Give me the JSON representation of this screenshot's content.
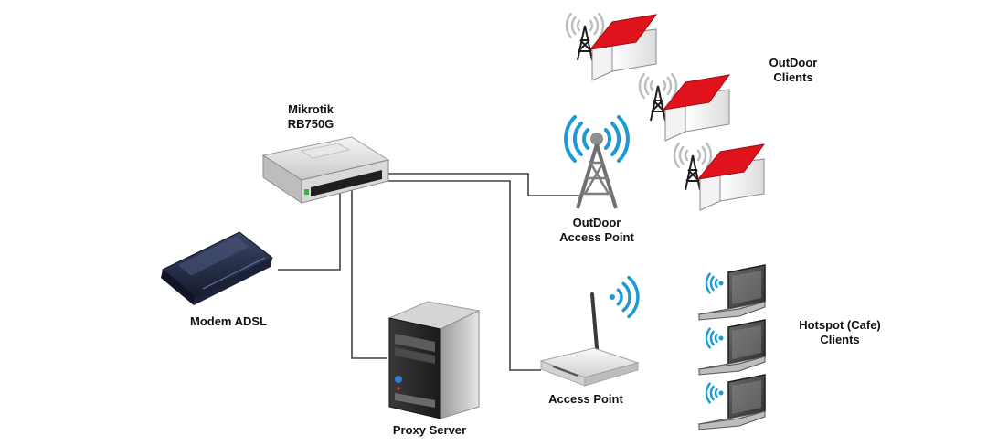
{
  "nodes": {
    "mikrotik": {
      "line1": "Mikrotik",
      "line2": "RB750G"
    },
    "modem": {
      "label": "Modem ADSL"
    },
    "proxy": {
      "label": "Proxy Server"
    },
    "outdoor_ap": {
      "line1": "OutDoor",
      "line2": "Access Point"
    },
    "access_point": {
      "label": "Access Point"
    },
    "outdoor_clients": {
      "line1": "OutDoor",
      "line2": "Clients"
    },
    "hotspot_clients": {
      "line1": "Hotspot (Cafe)",
      "line2": "Clients"
    }
  },
  "colors": {
    "line": "#404040",
    "roof": "#e0121b",
    "wifi": "#1a9ad6",
    "signal_gray": "#bdbdbd"
  }
}
